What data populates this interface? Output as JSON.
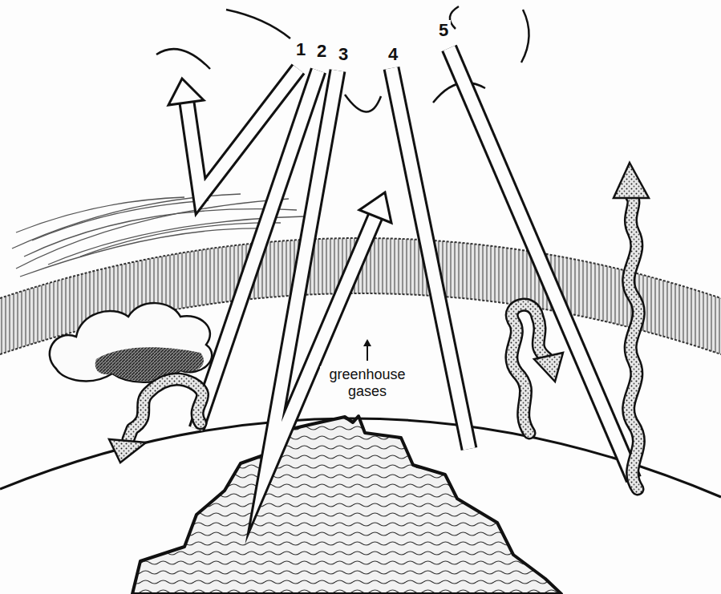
{
  "diagram": {
    "labels": [
      "1",
      "2",
      "3",
      "4",
      "5",
      "greenhouse gases"
    ]
  }
}
